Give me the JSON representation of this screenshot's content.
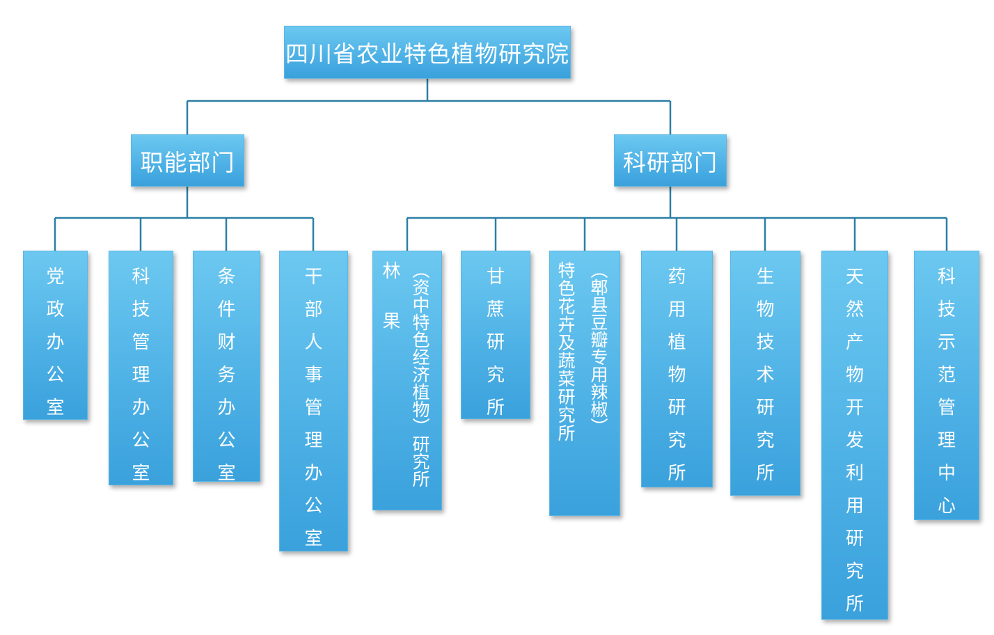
{
  "root": {
    "label": "四川省农业特色植物研究院"
  },
  "branches": [
    {
      "label": "职能部门"
    },
    {
      "label": "科研部门"
    }
  ],
  "functional_units": [
    "党政办公室",
    "科技管理办公室",
    "条件财务办公室",
    "干部人事管理办公室"
  ],
  "research_units": [
    {
      "col1": "林 果",
      "col2": "（资中特色经济植物）研究所"
    },
    {
      "label": "甘蔗研究所"
    },
    {
      "col1": "特色花卉及蔬菜研究所",
      "col2": "（郫县豆瓣专用辣椒）"
    },
    {
      "label": "药用植物研究所"
    },
    {
      "label": "生物技术研究所"
    },
    {
      "label": "天然产物开发利用研究所"
    },
    {
      "label": "科技示范管理中心"
    }
  ],
  "colors": {
    "box": "#4fb2e6",
    "line": "#2b7fa6"
  }
}
